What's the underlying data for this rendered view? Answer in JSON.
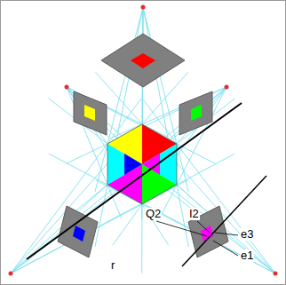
{
  "diagram": {
    "labels": [
      "Q2",
      "I2",
      "e3",
      "e1",
      "r"
    ]
  }
}
